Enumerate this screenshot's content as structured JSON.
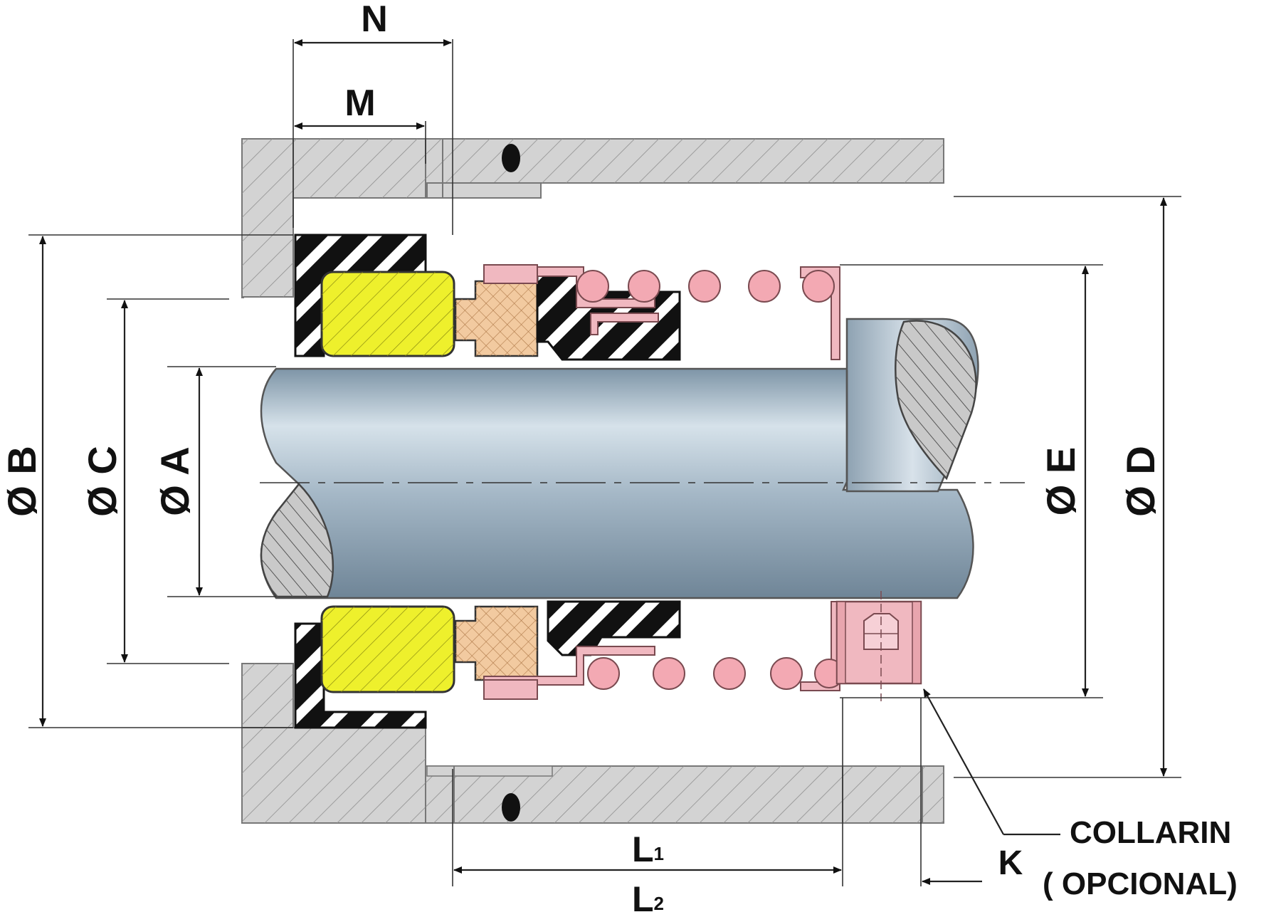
{
  "labels": {
    "N": "N",
    "M": "M",
    "diaB": "Ø B",
    "diaC": "Ø C",
    "diaA": "Ø A",
    "diaE": "Ø E",
    "diaD": "Ø D",
    "L1": "L",
    "L1_sub": "1",
    "L2": "L",
    "L2_sub": "2",
    "K": "K",
    "collarLine1": "COLLARIN",
    "collarLine2": "( OPCIONAL)"
  },
  "colors": {
    "housing": "#d3d3d3",
    "shaft": "#a9bccb",
    "rotating_face": "#eef02c",
    "stationary_seat": "#f2caa0",
    "spring": "#f3a9b3",
    "metal_parts": "#f0b8c0",
    "elastomer": "#111111"
  }
}
